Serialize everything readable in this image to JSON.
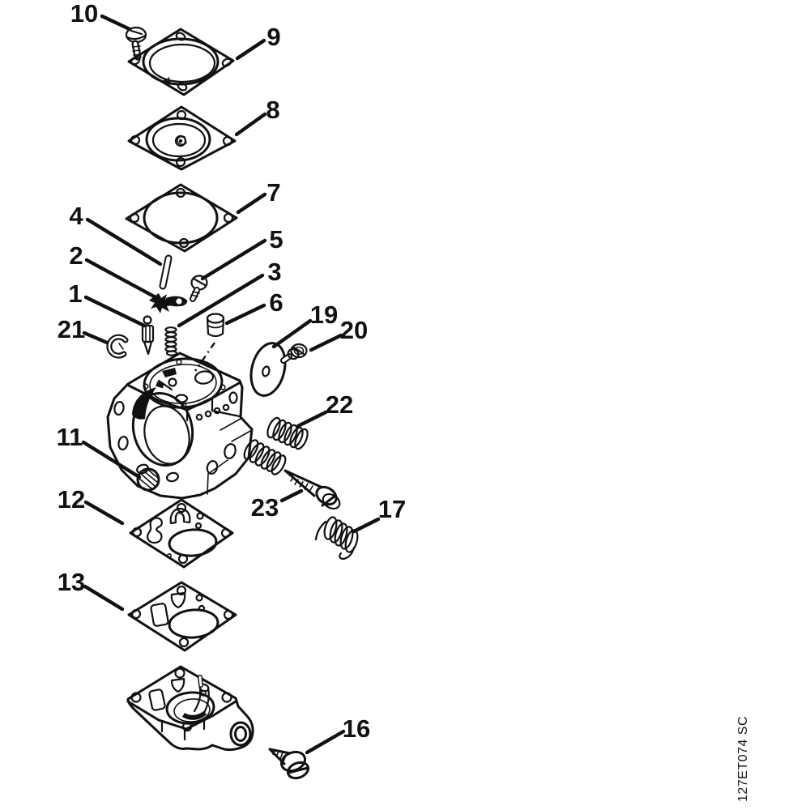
{
  "diagram": {
    "watermark": "127ET074 SC",
    "background_color": "#ffffff",
    "line_color": "#111111",
    "callouts": [
      {
        "number": "10"
      },
      {
        "number": "9"
      },
      {
        "number": "8"
      },
      {
        "number": "7"
      },
      {
        "number": "4"
      },
      {
        "number": "5"
      },
      {
        "number": "2"
      },
      {
        "number": "3"
      },
      {
        "number": "1"
      },
      {
        "number": "6"
      },
      {
        "number": "19"
      },
      {
        "number": "20"
      },
      {
        "number": "21"
      },
      {
        "number": "22"
      },
      {
        "number": "11"
      },
      {
        "number": "23"
      },
      {
        "number": "12"
      },
      {
        "number": "17"
      },
      {
        "number": "13"
      },
      {
        "number": "16"
      }
    ]
  }
}
